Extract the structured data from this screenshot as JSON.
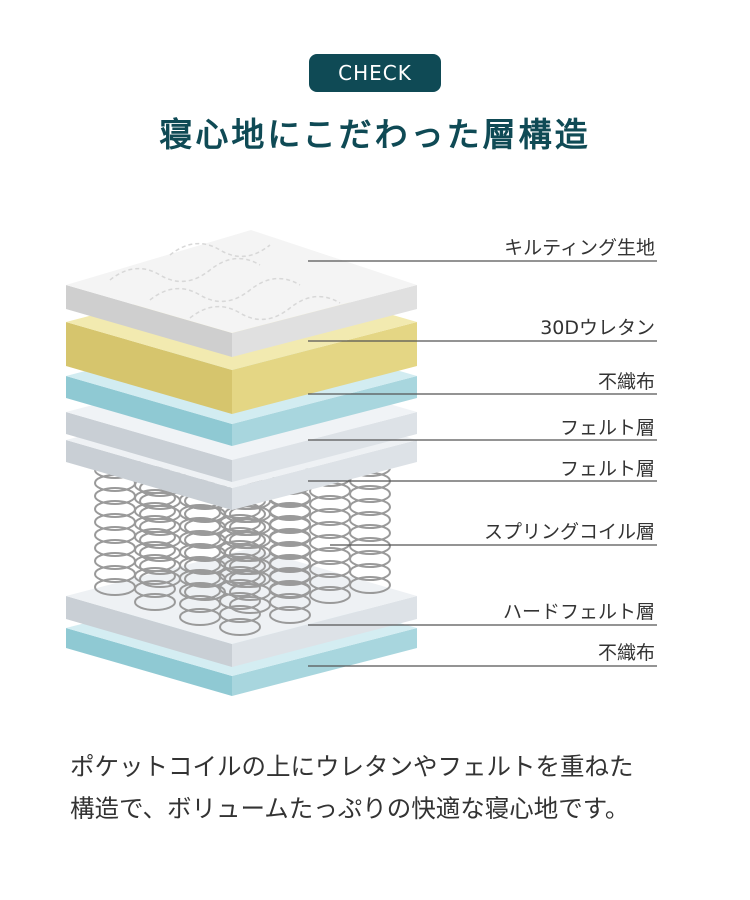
{
  "header": {
    "badge": "CHECK",
    "title": "寝心地にこだわった層構造"
  },
  "layers": [
    {
      "label": "キルティング生地"
    },
    {
      "label": "30Dウレタン"
    },
    {
      "label": "不織布"
    },
    {
      "label": "フェルト層"
    },
    {
      "label": "フェルト層"
    },
    {
      "label": "スプリングコイル層"
    },
    {
      "label": "ハードフェルト層"
    },
    {
      "label": "不織布"
    }
  ],
  "description": {
    "line1": "ポケットコイルの上にウレタンやフェルトを重ねた",
    "line2": "構造で、ボリュームたっぷりの快適な寝心地です。"
  },
  "colors": {
    "brand": "#0f4a55",
    "quilt": "#f2f2f2",
    "urethane": "#ece29a",
    "nonwoven": "#cde9ef",
    "felt": "#e6ebf0",
    "coil": "#9a9a9a"
  }
}
